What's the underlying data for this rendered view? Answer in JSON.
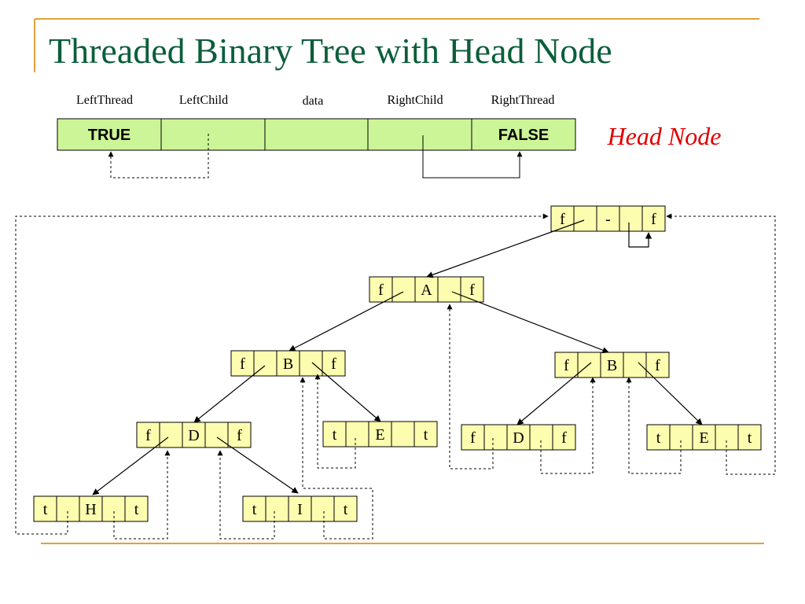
{
  "title": "Threaded Binary Tree with Head Node",
  "colors": {
    "title": "#0b5e3a",
    "accent_line": "#e0a23a",
    "node_fill": "#fdfdb0",
    "head_fill": "#ccf597",
    "head_label": "#e00000",
    "line": "#000000"
  },
  "field_labels": [
    "LeftThread",
    "LeftChild",
    "data",
    "RightChild",
    "RightThread"
  ],
  "head_node_label": "Head Node",
  "head_node_fields": [
    "TRUE",
    "",
    "",
    "",
    "FALSE"
  ],
  "tree_nodes": [
    {
      "id": "head",
      "fields": [
        "f",
        "",
        "-",
        "",
        "f"
      ]
    },
    {
      "id": "A",
      "fields": [
        "f",
        "",
        "A",
        "",
        "f"
      ]
    },
    {
      "id": "B-left",
      "fields": [
        "f",
        "",
        "B",
        "",
        "f"
      ]
    },
    {
      "id": "B-right",
      "fields": [
        "f",
        "",
        "B",
        "",
        "f"
      ]
    },
    {
      "id": "D-left",
      "fields": [
        "f",
        "",
        "D",
        "",
        "f"
      ]
    },
    {
      "id": "E-left",
      "fields": [
        "t",
        "",
        "E",
        "",
        "t"
      ]
    },
    {
      "id": "D-right",
      "fields": [
        "f",
        "",
        "D",
        "",
        "f"
      ]
    },
    {
      "id": "E-right",
      "fields": [
        "t",
        "",
        "E",
        "",
        "t"
      ]
    },
    {
      "id": "H",
      "fields": [
        "t",
        "",
        "H",
        "",
        "t"
      ]
    },
    {
      "id": "I",
      "fields": [
        "t",
        "",
        "I",
        "",
        "t"
      ]
    }
  ]
}
